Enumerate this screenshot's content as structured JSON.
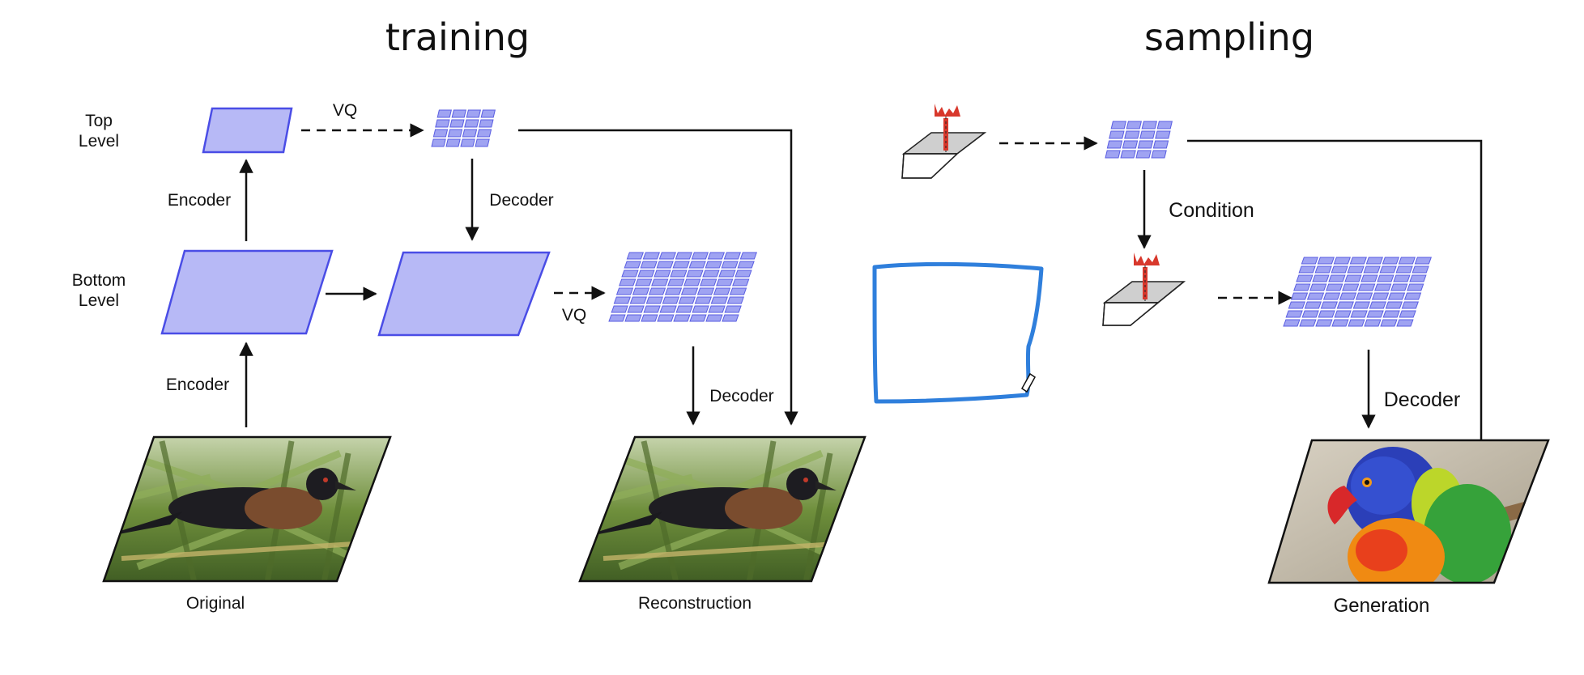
{
  "headings": {
    "training": "training",
    "sampling": "sampling"
  },
  "training": {
    "level_top": [
      "Top",
      "Level"
    ],
    "level_bottom": [
      "Bottom",
      "Level"
    ],
    "encoder_top": "Encoder",
    "encoder_bottom": "Encoder",
    "vq_top": "VQ",
    "vq_bottom": "VQ",
    "decoder_mid": "Decoder",
    "decoder_recon": "Decoder",
    "caption_original": "Original",
    "caption_reconstruction": "Reconstruction"
  },
  "sampling": {
    "condition": "Condition",
    "decoder": "Decoder",
    "caption_generation": "Generation"
  },
  "colors": {
    "latent_fill": "#b7b9f6",
    "latent_stroke": "#4a4de6",
    "code_fill": "#9fa3f2",
    "code_stroke": "#5a5ee2",
    "distribution_red": "#d8382c",
    "annotation_blue": "#2f7fdc"
  }
}
